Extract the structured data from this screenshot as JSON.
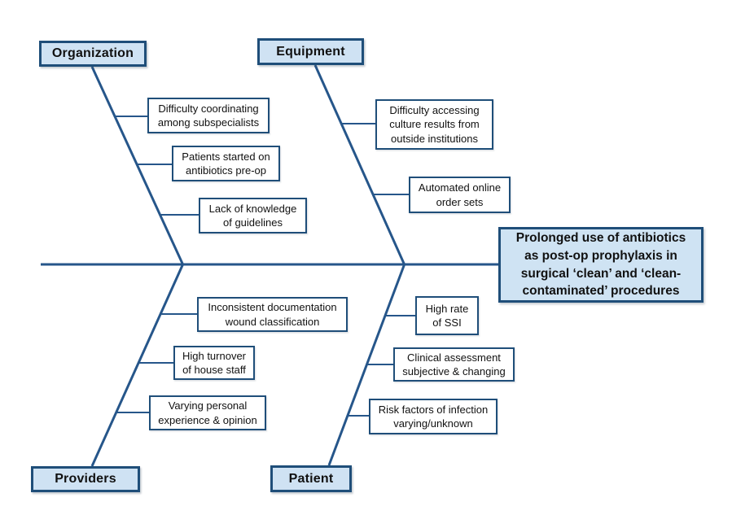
{
  "effect_box": "Prolonged use of antibiotics\nas post-op prophylaxis in\nsurgical ‘clean’ and ‘clean-\ncontaminated’ procedures",
  "categories": [
    {
      "label": "Organization",
      "position": "top-left",
      "causes": [
        "Difficulty coordinating\namong subspecialists",
        "Patients started on\nantibiotics pre-op",
        "Lack of knowledge\nof guidelines"
      ]
    },
    {
      "label": "Equipment",
      "position": "top-middle",
      "causes": [
        "Difficulty accessing\nculture results from\noutside institutions",
        "Automated online\norder sets"
      ]
    },
    {
      "label": "Providers",
      "position": "bottom-left",
      "causes": [
        "Inconsistent documentation\nwound classification",
        "High turnover\nof house staff",
        "Varying personal\nexperience & opinion"
      ]
    },
    {
      "label": "Patient",
      "position": "bottom-middle",
      "causes": [
        "High rate\nof SSI",
        "Clinical assessment\nsubjective & changing",
        "Risk factors of infection\nvarying/unknown"
      ]
    }
  ],
  "colors": {
    "line": "#26568a",
    "box_border": "#1f4e79",
    "category_fill": "#cfe2f3",
    "cause_fill": "#ffffff",
    "effect_fill": "#cfe3f3",
    "text": "#111111"
  }
}
